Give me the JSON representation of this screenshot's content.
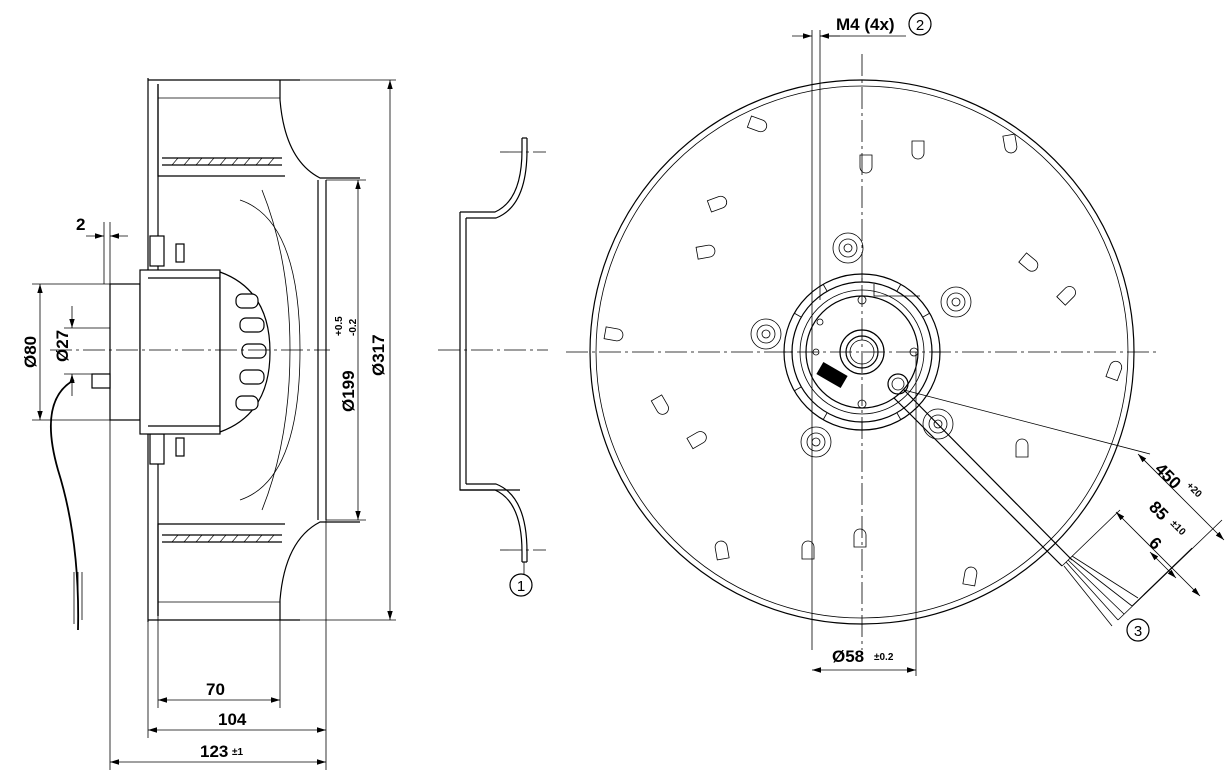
{
  "side_view": {
    "dim_2": "2",
    "dim_d80": "Ø80",
    "dim_d27": "Ø27",
    "dim_d199": "Ø199",
    "dim_d199_tol_upper": "+0.5",
    "dim_d199_tol_lower": "-0.2",
    "dim_d317": "Ø317",
    "dim_70": "70",
    "dim_104": "104",
    "dim_123": "123",
    "dim_123_tol": "±1"
  },
  "inlet_ring": {
    "callout": "1"
  },
  "front_view": {
    "dim_m4": "M4 (4x)",
    "dim_m4_callout": "2",
    "dim_d58": "Ø58",
    "dim_d58_tol": "±0.2",
    "dim_450": "450",
    "dim_450_tol": "+20",
    "dim_85": "85",
    "dim_85_tol": "±10",
    "dim_6": "6",
    "cable_callout": "3"
  },
  "colors": {
    "line": "#000000",
    "background": "#ffffff"
  },
  "icons": [
    "callout-circle-icon",
    "dimension-arrow-icon",
    "motor-label-icon"
  ]
}
